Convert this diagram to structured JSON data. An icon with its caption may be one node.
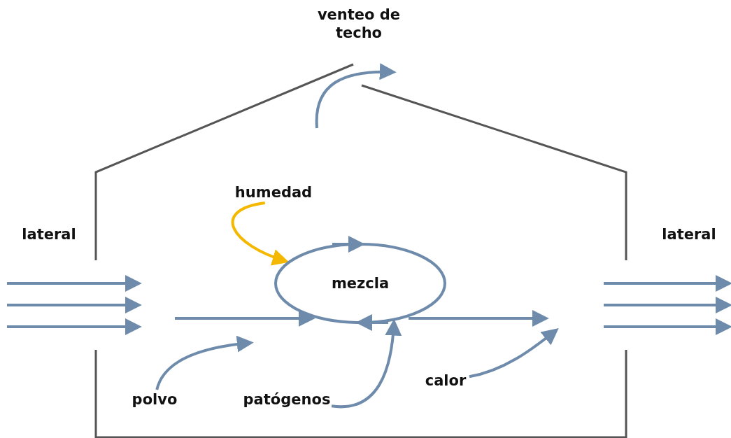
{
  "diagram": {
    "nodes": [
      {
        "text": [
          "humedad"
        ]
      },
      {
        "text": [
          "mezcla"
        ]
      },
      {
        "text": [
          "polvo"
        ]
      },
      {
        "text": [
          "patógenos"
        ]
      },
      {
        "text": [
          "calor"
        ]
      }
    ],
    "edges": [
      {
        "from": 0,
        "to": 1,
        "arrow": "to",
        "color": "#f5b800"
      },
      {
        "from": null,
        "to": 1,
        "arrow": "to"
      },
      {
        "from": 1,
        "to": null,
        "arrow": "to"
      },
      {
        "from": 2,
        "to": null,
        "arrow": "to"
      },
      {
        "from": 3,
        "to": 1,
        "arrow": "to"
      },
      {
        "from": 4,
        "to": null,
        "arrow": "to"
      }
    ],
    "labels": [
      "venteo de techo",
      "lateral",
      "lateral"
    ]
  }
}
